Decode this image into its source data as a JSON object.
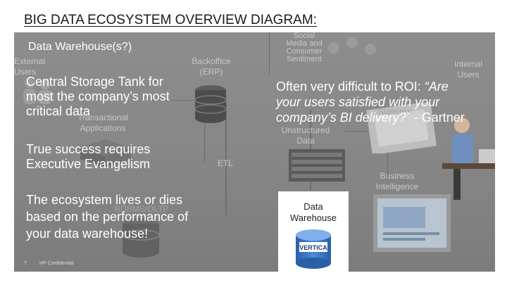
{
  "slide": {
    "title": "BIG DATA ECOSYSTEM OVERVIEW DIAGRAM:"
  },
  "background_labels": {
    "external_users": "External\nUsers",
    "backoffice": "Backoffice\n(ERP)",
    "transactional": "Transactional\nApplications",
    "etl": "ETL",
    "social": "Social\nMedia and\nConsumer\nSentiment",
    "internal_users": "Internal\nUsers",
    "statistics": "Statistics",
    "unstructured": "Unstructured\nData",
    "business_intelligence": "Business\nIntelligence",
    "rdbms_oltp": "RDBMS/OLTP"
  },
  "overlay": {
    "data_warehouse_question": "Data Warehouse(s?)",
    "central_storage": "Central Storage Tank for\nmost the company’s most\ncritical data",
    "true_success": "True success requires\nExecutive Evangelism",
    "ecosystem": "The ecosystem lives or dies\nbased on the performance of\nyour data warehouse!",
    "gartner_lead": "Often very difficult to ROI: ",
    "gartner_quote": "“Are\nyour users satisfied with your\ncompany’s BI delivery?”",
    "gartner_attrib": " - Gartner"
  },
  "data_warehouse_box": {
    "label": "Data\nWarehouse",
    "logo_text": "VERTICA"
  },
  "footer": {
    "page_number": "7",
    "confidential": "HP Confidential"
  },
  "colors": {
    "panel": "#878787",
    "overlay_text": "#ffffff",
    "db_blue": "#3d78c8"
  }
}
